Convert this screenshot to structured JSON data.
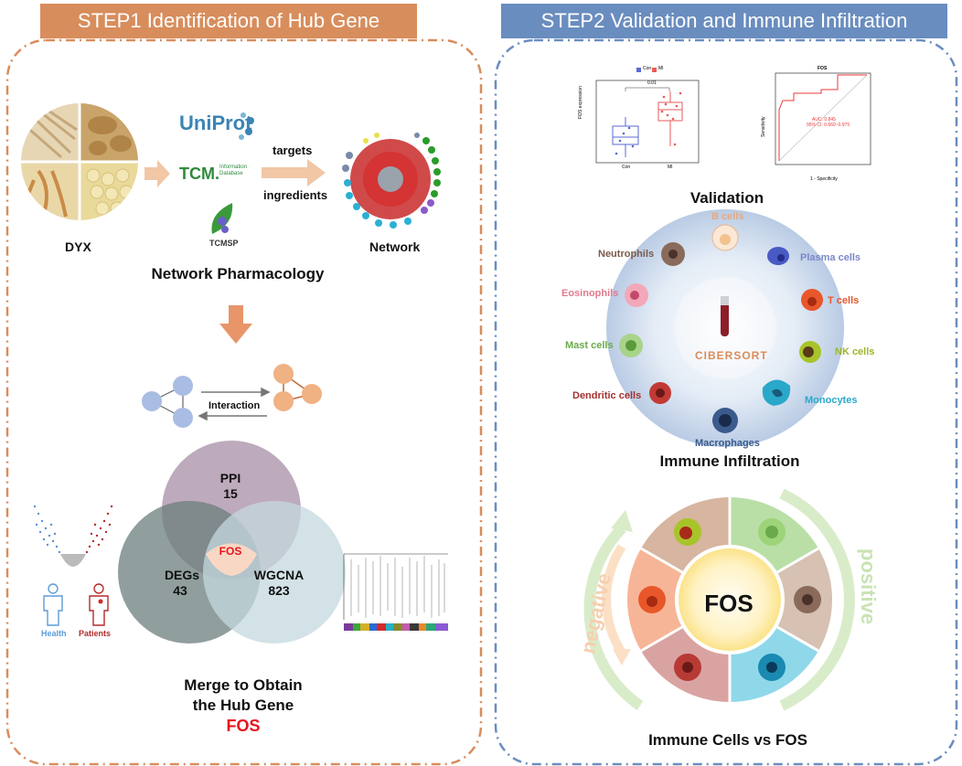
{
  "step1": {
    "title": "STEP1 Identification of Hub Gene",
    "dyx_label": "DYX",
    "db_uniprot": "UniProt",
    "db_tcm": "TCM.",
    "db_tcm_small": "Information Database",
    "db_tcmsp": "TCMSP",
    "arrow_targets": "targets",
    "arrow_ingredients": "ingredients",
    "network_label": "Network",
    "network_pharmacology": "Network Pharmacology",
    "interaction_label": "Interaction",
    "venn": {
      "ppi_label": "PPI",
      "ppi_value": "15",
      "degs_label": "DEGs",
      "degs_value": "43",
      "wgcna_label": "WGCNA",
      "wgcna_value": "823",
      "center": "FOS"
    },
    "health_label": "Health",
    "patients_label": "Patients",
    "merge_line1": "Merge to Obtain",
    "merge_line2": "the Hub Gene",
    "merge_fos": "FOS"
  },
  "step2": {
    "title": "STEP2 Validation and Immune Infiltration",
    "validation_label": "Validation",
    "boxplot": {
      "legend_con": "Con",
      "legend_mi": "MI",
      "pvalue": "0.01",
      "ylabel": "FOS expression",
      "x_con": "Con",
      "x_mi": "MI"
    },
    "roc": {
      "title": "FOS",
      "auc": "AUC: 0.845",
      "ci": "95% CI: 0.660~0.975",
      "xlabel": "1 - Specificity",
      "ylabel": "Sensitivity"
    },
    "cibersort": "CIBERSORT",
    "immune_cells": [
      {
        "name": "B cells",
        "color": "#e8a87c"
      },
      {
        "name": "Plasma cells",
        "color": "#7b86c9"
      },
      {
        "name": "T cells",
        "color": "#e8572a"
      },
      {
        "name": "NK cells",
        "color": "#9ab52b"
      },
      {
        "name": "Monocytes",
        "color": "#2aa8c9"
      },
      {
        "name": "Macrophages",
        "color": "#3a5b8c"
      },
      {
        "name": "Dendritic cells",
        "color": "#a5312e"
      },
      {
        "name": "Mast cells",
        "color": "#6aaa4a"
      },
      {
        "name": "Eosinophils",
        "color": "#e07a8c"
      },
      {
        "name": "Neutrophils",
        "color": "#7a5a4a"
      }
    ],
    "immune_infiltration": "Immune Infiltration",
    "wheel_center": "FOS",
    "negative": "negative",
    "positive": "positive",
    "immune_vs_fos": "Immune Cells vs FOS"
  },
  "colors": {
    "step1_accent": "#d88d5c",
    "step2_accent": "#6a8dbf",
    "fos_red": "#e8141c"
  }
}
